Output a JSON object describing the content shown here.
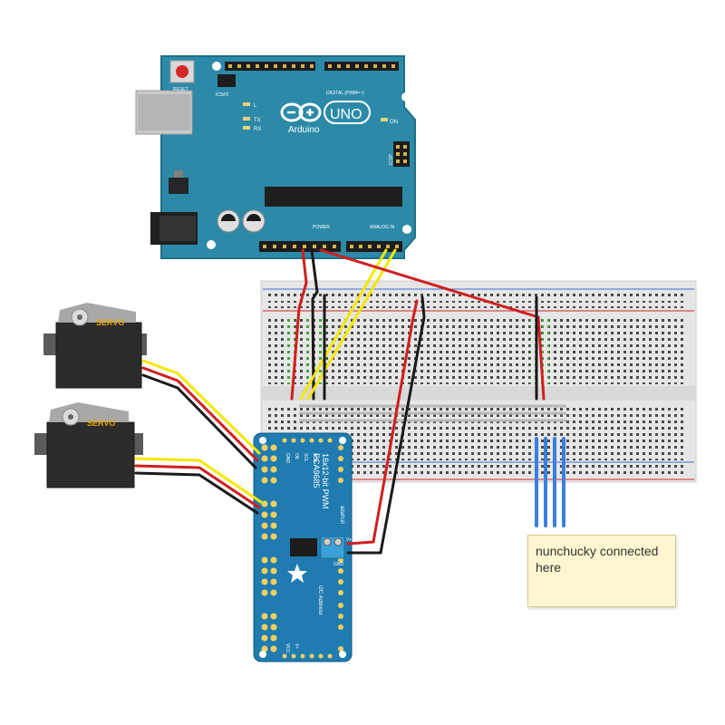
{
  "arduino": {
    "brand": "Arduino",
    "model": "UNO",
    "reset_label": "RESET",
    "icsp2_label": "ICSP2",
    "icsp_label": "ICSP",
    "led_l": "L",
    "led_tx": "TX",
    "led_rx": "RX",
    "on_label": "ON",
    "digital_label": "DIGITAL (PWM=~)",
    "power_label": "POWER",
    "analog_label": "ANALOG IN",
    "color": "#2c8aa8"
  },
  "servos": [
    {
      "label": "SERVO"
    },
    {
      "label": "SERVO"
    }
  ],
  "pwm_board": {
    "brand": "adafruit",
    "title": "16x12-bit PWM",
    "chip": "PCA9685",
    "address_label": "I2C Address",
    "pin_labels": [
      "GND",
      "OE",
      "SCL",
      "SDA",
      "VCC",
      "V+"
    ],
    "terminal_labels": [
      "V+",
      "GND"
    ],
    "color": "#1f7bb0"
  },
  "wire_colors": {
    "red": "#d11f1f",
    "black": "#1a1a1a",
    "yellow": "#f5e800",
    "blue": "#3b7fe0"
  },
  "note": {
    "text": "nunchucky connected here",
    "background": "#fdf6d0"
  }
}
